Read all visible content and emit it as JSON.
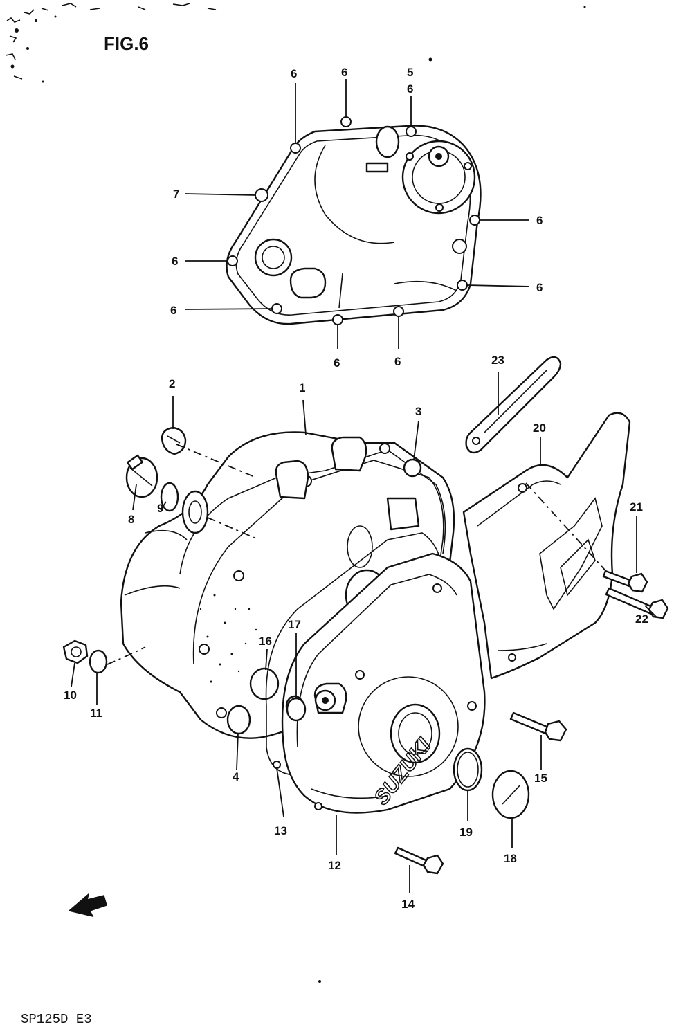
{
  "figure": {
    "title": "FIG.6",
    "model_code": "SP125D E3",
    "brand_mark": "SUZUKI"
  },
  "callouts": {
    "p1": "1",
    "p2": "2",
    "p3": "3",
    "p4": "4",
    "p5": "5",
    "p6": "6",
    "p7": "7",
    "p8": "8",
    "p9": "9",
    "p10": "10",
    "p11": "11",
    "p12": "12",
    "p13": "13",
    "p14": "14",
    "p15": "15",
    "p16": "16",
    "p17": "17",
    "p18": "18",
    "p19": "19",
    "p20": "20",
    "p21": "21",
    "p22": "22",
    "p23": "23"
  },
  "icons": {
    "front_arrow": "front-direction-arrow-icon"
  },
  "colors": {
    "ink": "#111111",
    "paper": "#ffffff"
  }
}
